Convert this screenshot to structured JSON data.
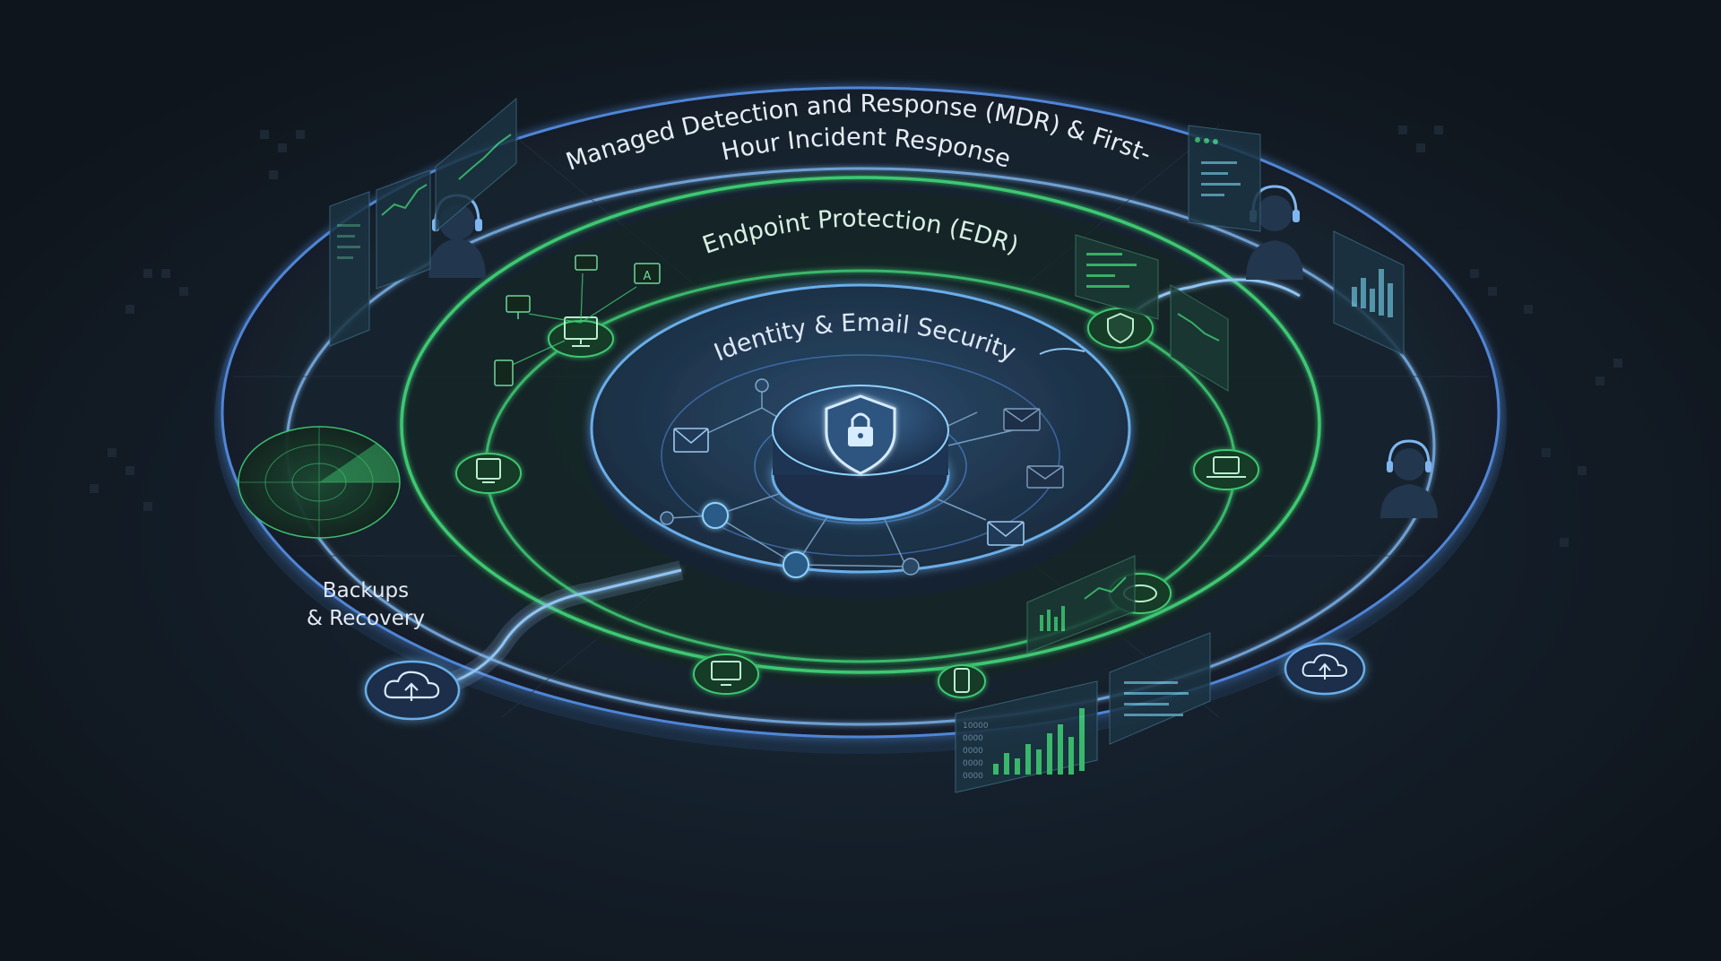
{
  "layers": {
    "outer_line1": "Managed Detection and Response (MDR) & First-",
    "outer_line2": "Hour Incident Response",
    "middle": "Endpoint Protection (EDR)",
    "inner": "Identity & Email Security"
  },
  "backups": {
    "line1": "Backups",
    "line2": "& Recovery"
  },
  "panel_text": {
    "num_rows": [
      "10000",
      "0000",
      "0000",
      "0000",
      "0000"
    ]
  },
  "colors": {
    "background": "#111820",
    "outer_ring": "#4f86d6",
    "middle_ring": "#3ec872",
    "inner_ring": "#6aaeea",
    "icon_node": "#8fd3ff"
  },
  "icons": [
    "shield-lock-icon",
    "monitor-icon",
    "laptop-icon",
    "tablet-icon",
    "phone-icon",
    "envelope-icon",
    "cloud-upload-icon",
    "shield-icon",
    "analyst-headset-icon",
    "radar-icon",
    "chart-panel-icon"
  ]
}
